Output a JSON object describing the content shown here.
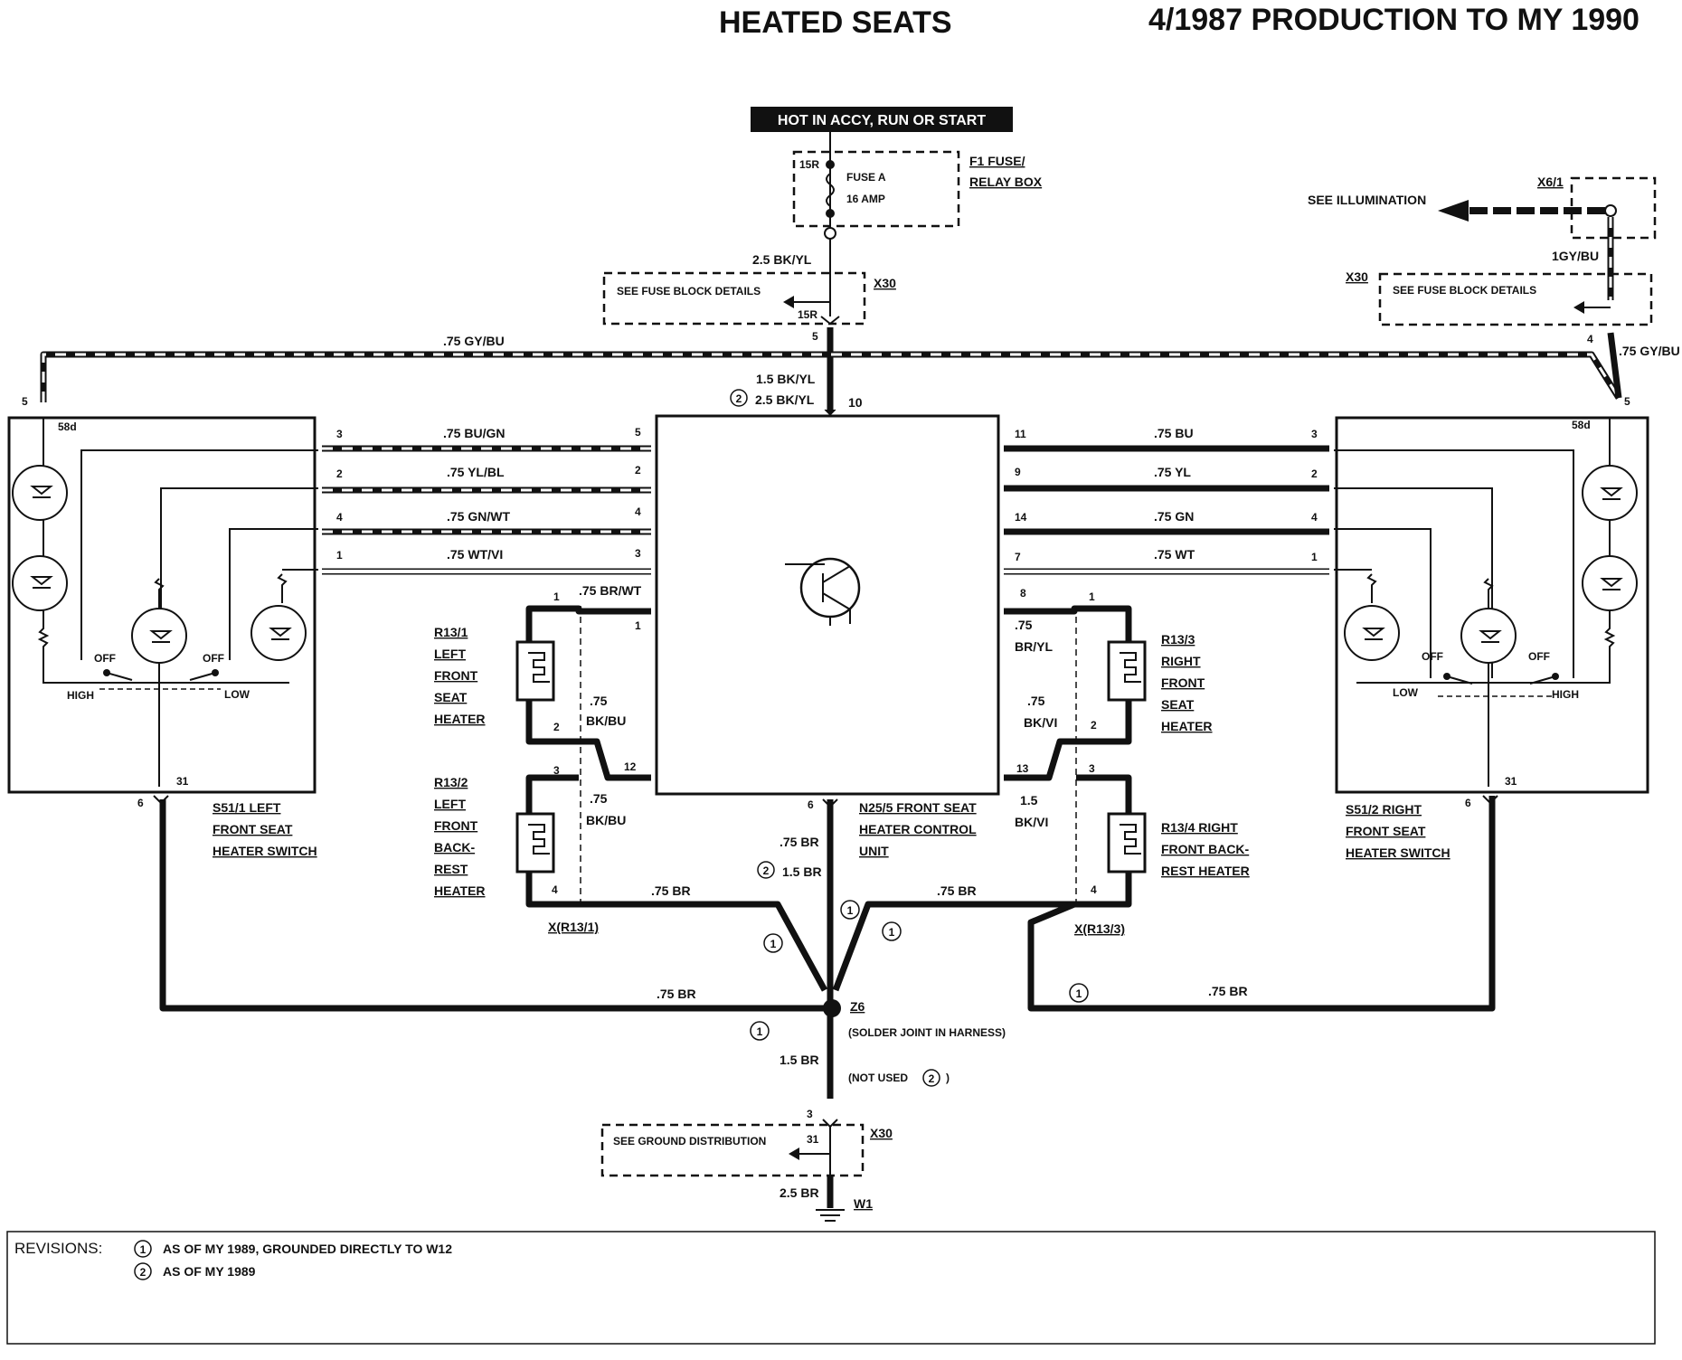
{
  "title": "HEATED SEATS",
  "production": "4/1987 PRODUCTION TO MY 1990",
  "power": {
    "banner": "HOT IN ACCY, RUN OR START",
    "fuse_pin": "15R",
    "fuse_line1": "FUSE A",
    "fuse_line2": "16 AMP",
    "fuse_box_line1": "F1 FUSE/",
    "fuse_box_line2": "RELAY BOX",
    "wire_fuse_out": "2.5 BK/YL",
    "x30_label": "X30",
    "see_fuse_block": "SEE FUSE BLOCK DETAILS",
    "x30_pin": "15R",
    "x30_out_pin": "5",
    "wire_main1": "1.5 BK/YL",
    "wire_main2_marker": "2",
    "wire_main2": "2.5 BK/YL",
    "module_power_pin": "10"
  },
  "illumination": {
    "connector": "X6/1",
    "see": "SEE ILLUMINATION",
    "wire": "1GY/BU",
    "x30_label": "X30",
    "see_fuse_block": "SEE FUSE BLOCK DETAILS",
    "x30_pin": "4",
    "wire_right": ".75 GY/BU",
    "wire_top": ".75 GY/BU"
  },
  "left_switch": {
    "pin_58d_num": "5",
    "pin_58d": "58d",
    "off1": "OFF",
    "off2": "OFF",
    "high": "HIGH",
    "low": "LOW",
    "pin_31": "31",
    "pin_6": "6",
    "label1": "S51/1 LEFT",
    "label2": "FRONT SEAT",
    "label3": "HEATER SWITCH"
  },
  "right_switch": {
    "pin_58d_num": "5",
    "pin_58d": "58d",
    "off1": "OFF",
    "off2": "OFF",
    "high": "HIGH",
    "low": "LOW",
    "pin_31": "31",
    "pin_6": "6",
    "label1": "S51/2 RIGHT",
    "label2": "FRONT SEAT",
    "label3": "HEATER SWITCH"
  },
  "left_wires": [
    {
      "sw_pin": "3",
      "color": ".75 BU/GN",
      "mod_pin": "5"
    },
    {
      "sw_pin": "2",
      "color": ".75 YL/BL",
      "mod_pin": "2"
    },
    {
      "sw_pin": "4",
      "color": ".75 GN/WT",
      "mod_pin": "4"
    },
    {
      "sw_pin": "1",
      "color": ".75 WT/VI",
      "mod_pin": "3"
    }
  ],
  "right_wires": [
    {
      "mod_pin": "11",
      "color": ".75 BU",
      "sw_pin": "3"
    },
    {
      "mod_pin": "9",
      "color": ".75 YL",
      "sw_pin": "2"
    },
    {
      "mod_pin": "14",
      "color": ".75 GN",
      "sw_pin": "4"
    },
    {
      "mod_pin": "7",
      "color": ".75 WT",
      "sw_pin": "1"
    }
  ],
  "left_heaters": {
    "conn_pin1": "1",
    "wire1": ".75 BR/WT",
    "mod_pin1": "1",
    "seat_label": [
      "R13/1",
      "LEFT",
      "FRONT",
      "SEAT",
      "HEATER"
    ],
    "conn_pin2": "2",
    "wire2a": ".75",
    "wire2b": "BK/BU",
    "conn_pin3": "3",
    "mod_pin12": "12",
    "wire3a": ".75",
    "wire3b": "BK/BU",
    "back_label": [
      "R13/2",
      "LEFT",
      "FRONT",
      "BACK-",
      "REST",
      "HEATER"
    ],
    "conn_pin4": "4",
    "ground_wire": ".75 BR",
    "connector": "X(R13/1)"
  },
  "right_heaters": {
    "mod_pin8": "8",
    "conn_pin1": "1",
    "wire1a": ".75",
    "wire1b": "BR/YL",
    "seat_label": [
      "R13/3",
      "RIGHT",
      "FRONT",
      "SEAT",
      "HEATER"
    ],
    "wire2a": ".75",
    "wire2b": "BK/VI",
    "conn_pin2": "2",
    "mod_pin13": "13",
    "conn_pin3": "3",
    "wire3a": "1.5",
    "wire3b": "BK/VI",
    "back_label": [
      "R13/4 RIGHT",
      "FRONT BACK-",
      "REST HEATER"
    ],
    "conn_pin4": "4",
    "ground_wire": ".75 BR",
    "connector": "X(R13/3)"
  },
  "module": {
    "ground_pin": "6",
    "label1": "N25/5 FRONT SEAT",
    "label2": "HEATER CONTROL",
    "label3": "UNIT",
    "ground_wire1": ".75 BR",
    "ground_wire2_marker": "2",
    "ground_wire2": "1.5 BR"
  },
  "ground": {
    "marker": "1",
    "left_wire": ".75 BR",
    "right_wire": ".75 BR",
    "splice": "Z6",
    "splice_desc": "(SOLDER JOINT IN HARNESS)",
    "down_wire": "1.5 BR",
    "not_used": "(NOT USED",
    "not_used_marker": "2",
    "not_used_close": ")",
    "x30_pin_top": "3",
    "x30_label": "X30",
    "see_ground": "SEE GROUND DISTRIBUTION",
    "x30_pin": "31",
    "bottom_wire": "2.5 BR",
    "ground_point": "W1"
  },
  "revisions": {
    "title": "REVISIONS:",
    "items": [
      {
        "marker": "1",
        "text": "AS OF MY 1989, GROUNDED DIRECTLY TO W12"
      },
      {
        "marker": "2",
        "text": "AS OF MY 1989"
      }
    ]
  }
}
